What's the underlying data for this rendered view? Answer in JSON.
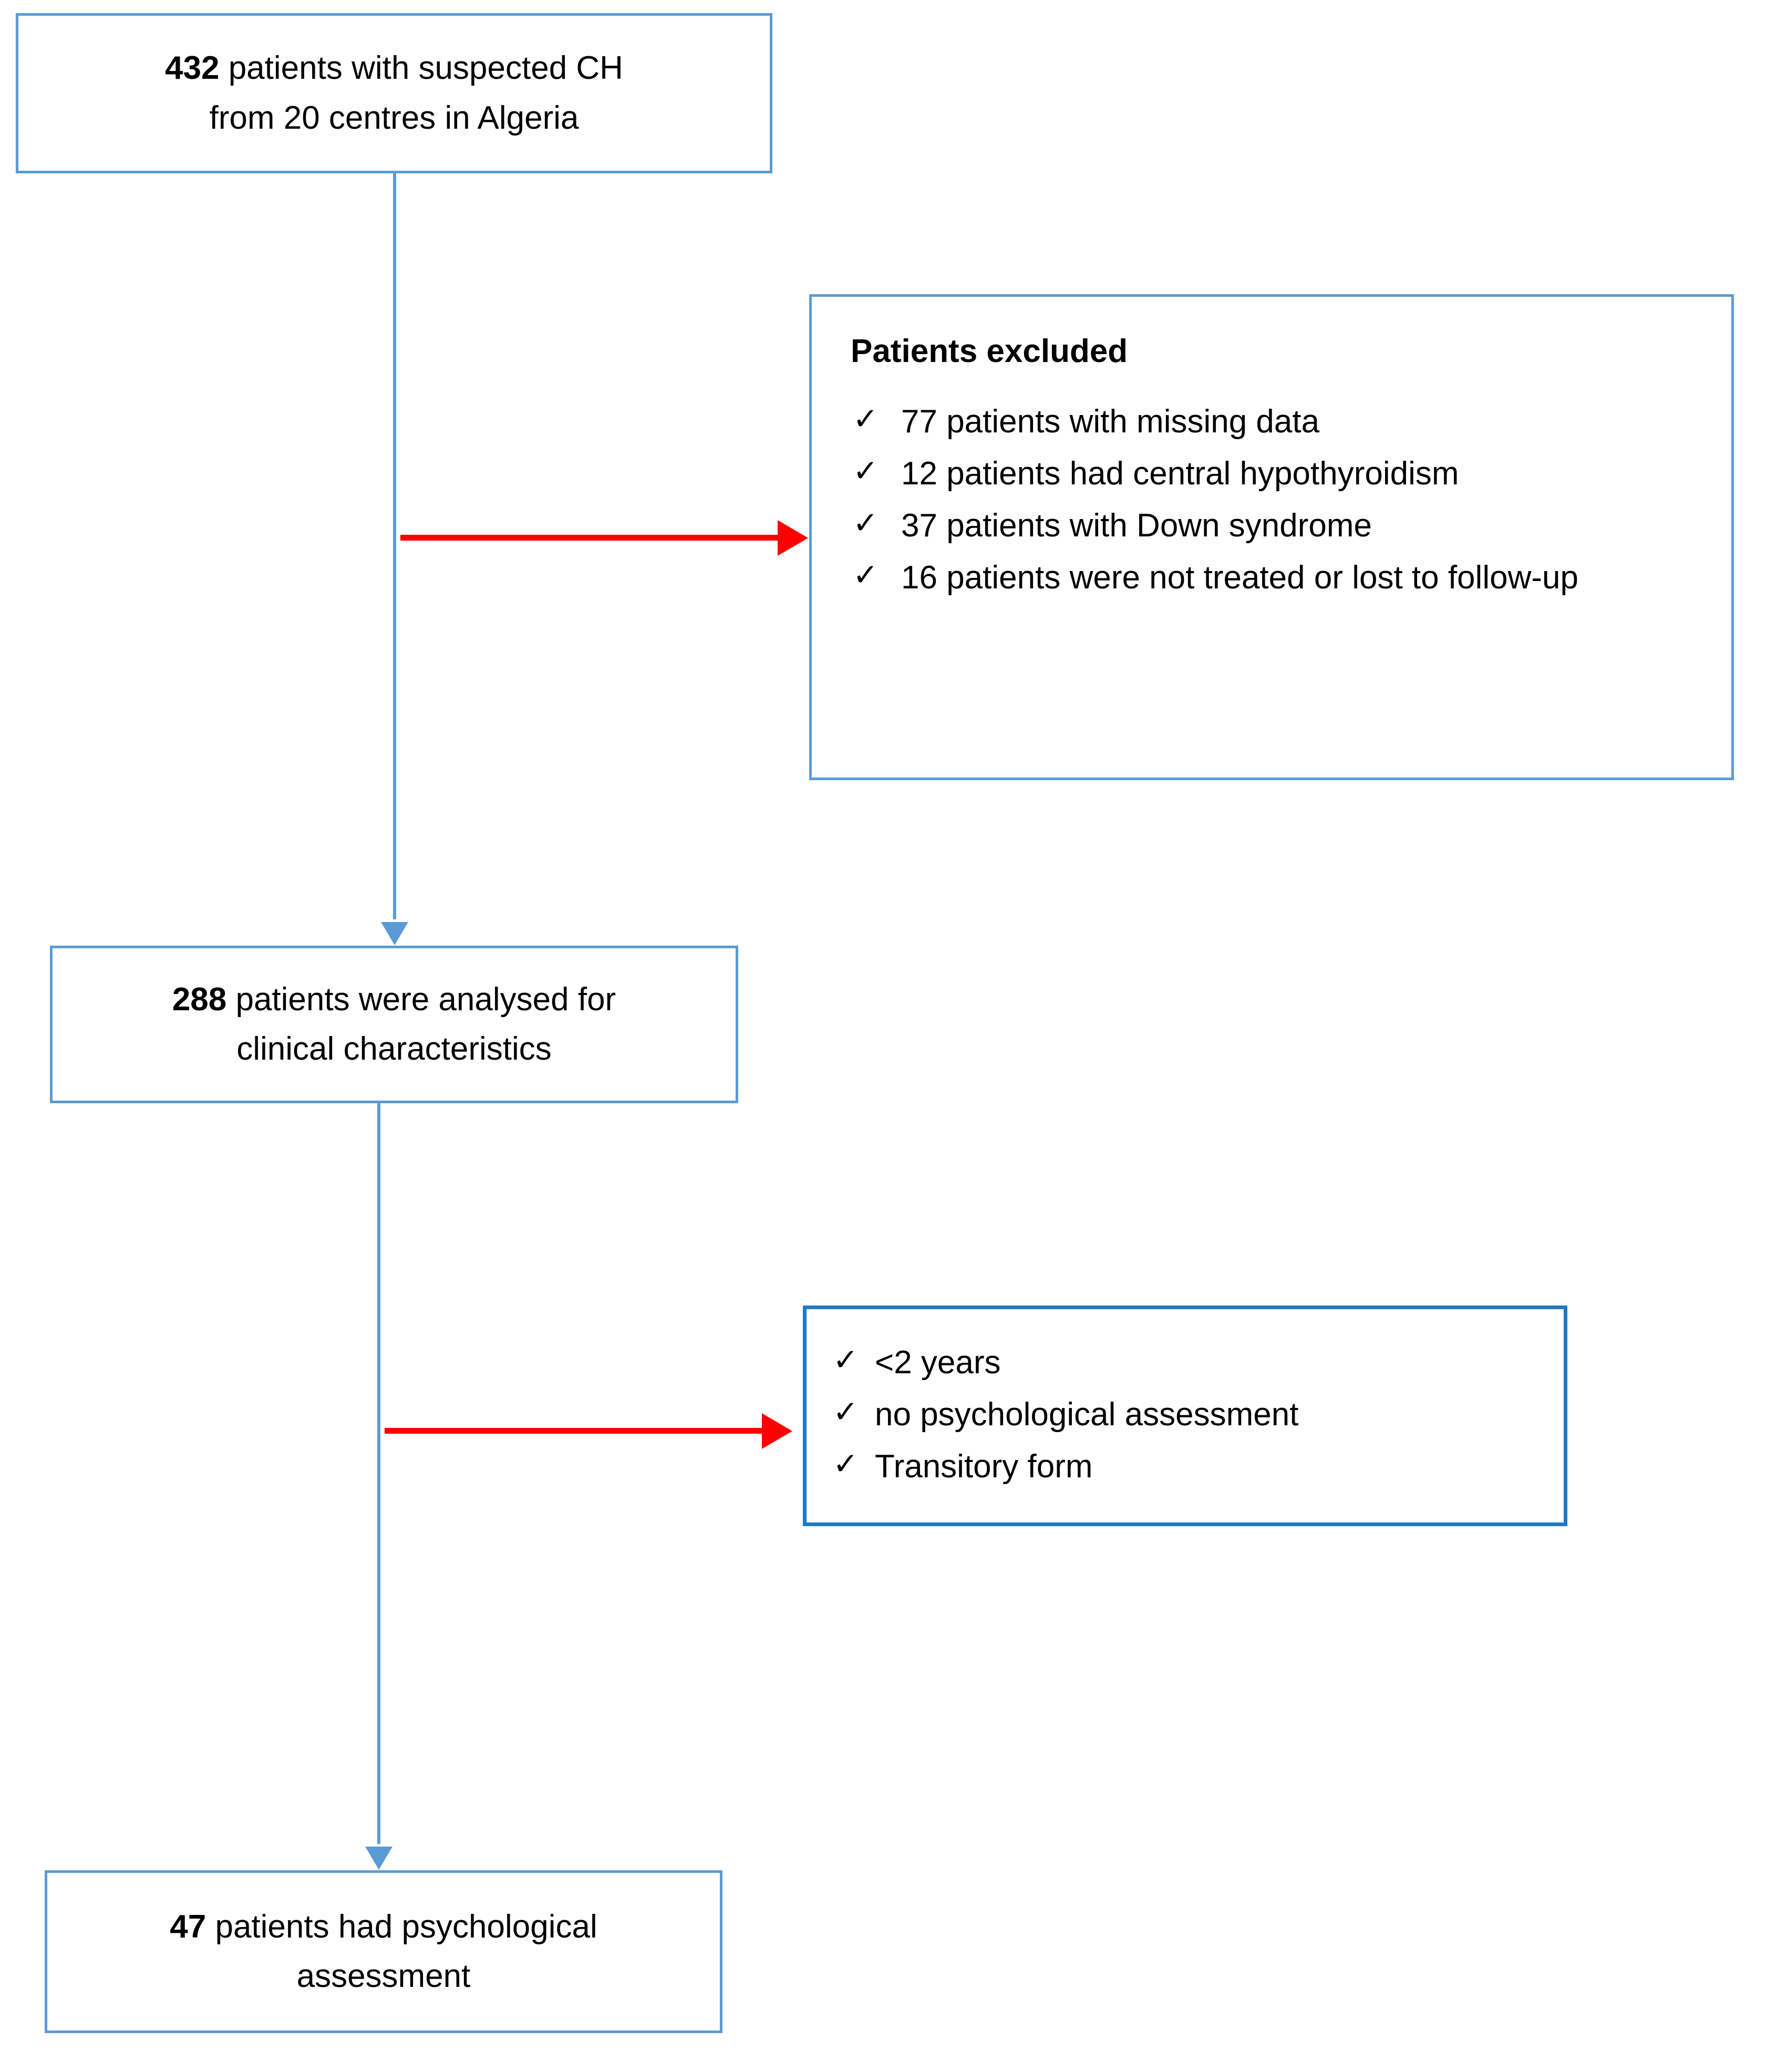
{
  "diagram": {
    "type": "flowchart",
    "title": "Patient selection flow diagram",
    "colors": {
      "box_border": "#5B9BD5",
      "box_border_strong": "#1F7AC4",
      "connector_blue": "#5B9BD5",
      "exclusion_arrow_red": "#FF0000",
      "text": "#000000",
      "background": "#FFFFFF"
    },
    "nodes": {
      "enrolled": {
        "bold_number": "432",
        "line1_rest": " patients with suspected CH",
        "line2": "from 20 centres in Algeria"
      },
      "excluded_1": {
        "title": "Patients excluded",
        "items": [
          "77 patients with missing data",
          "12 patients had central hypothyroidism",
          "37 patients with Down syndrome",
          "16 patients were not treated or lost to follow-up"
        ],
        "bullet_glyph": "✓"
      },
      "analysed": {
        "bold_number": "288",
        "line1_rest": " patients were analysed for",
        "line2": "clinical characteristics"
      },
      "excluded_2": {
        "items": [
          "<2 years",
          "no psychological assessment",
          "Transitory form"
        ],
        "bullet_glyph": "✓"
      },
      "assessed": {
        "bold_number": "47",
        "line1_rest": " patients had psychological",
        "line2": "assessment"
      }
    }
  }
}
